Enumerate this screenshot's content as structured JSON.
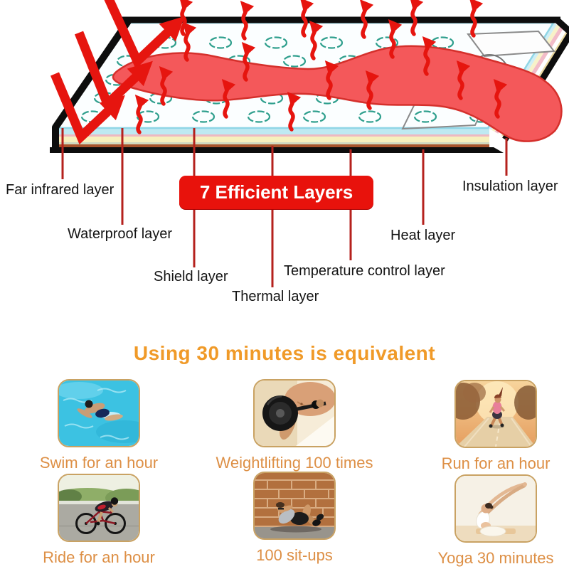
{
  "diagram": {
    "badge_label": "7 Efficient Layers",
    "layer_labels": [
      "Far infrared layer",
      "Waterproof layer",
      "Shield layer",
      "Thermal layer",
      "Temperature control layer",
      "Heat layer",
      "Insulation layer"
    ],
    "colors": {
      "badge_red": "#e8120c",
      "arrow_red": "#e6150f",
      "connector_red": "#b5211d",
      "coil_teal": "#2f9f8d",
      "body_heat_red": "#f4585a"
    },
    "icons": [
      "heat-wave-arrow",
      "reflection-arrow",
      "heating-coil",
      "body-heat-silhouette"
    ]
  },
  "equivalents": {
    "heading": "Using 30 minutes is equivalent",
    "heading_color": "#f09a28",
    "caption_color": "#dd8f45",
    "items": [
      {
        "label": "Swim for an hour",
        "image": "swim-photo"
      },
      {
        "label": "Weightlifting 100 times",
        "image": "weightlifting-photo"
      },
      {
        "label": "Run for an hour",
        "image": "run-photo"
      },
      {
        "label": "Ride for an hour",
        "image": "ride-photo"
      },
      {
        "label": "100 sit-ups",
        "image": "situps-photo"
      },
      {
        "label": "Yoga 30 minutes",
        "image": "yoga-photo"
      }
    ]
  }
}
